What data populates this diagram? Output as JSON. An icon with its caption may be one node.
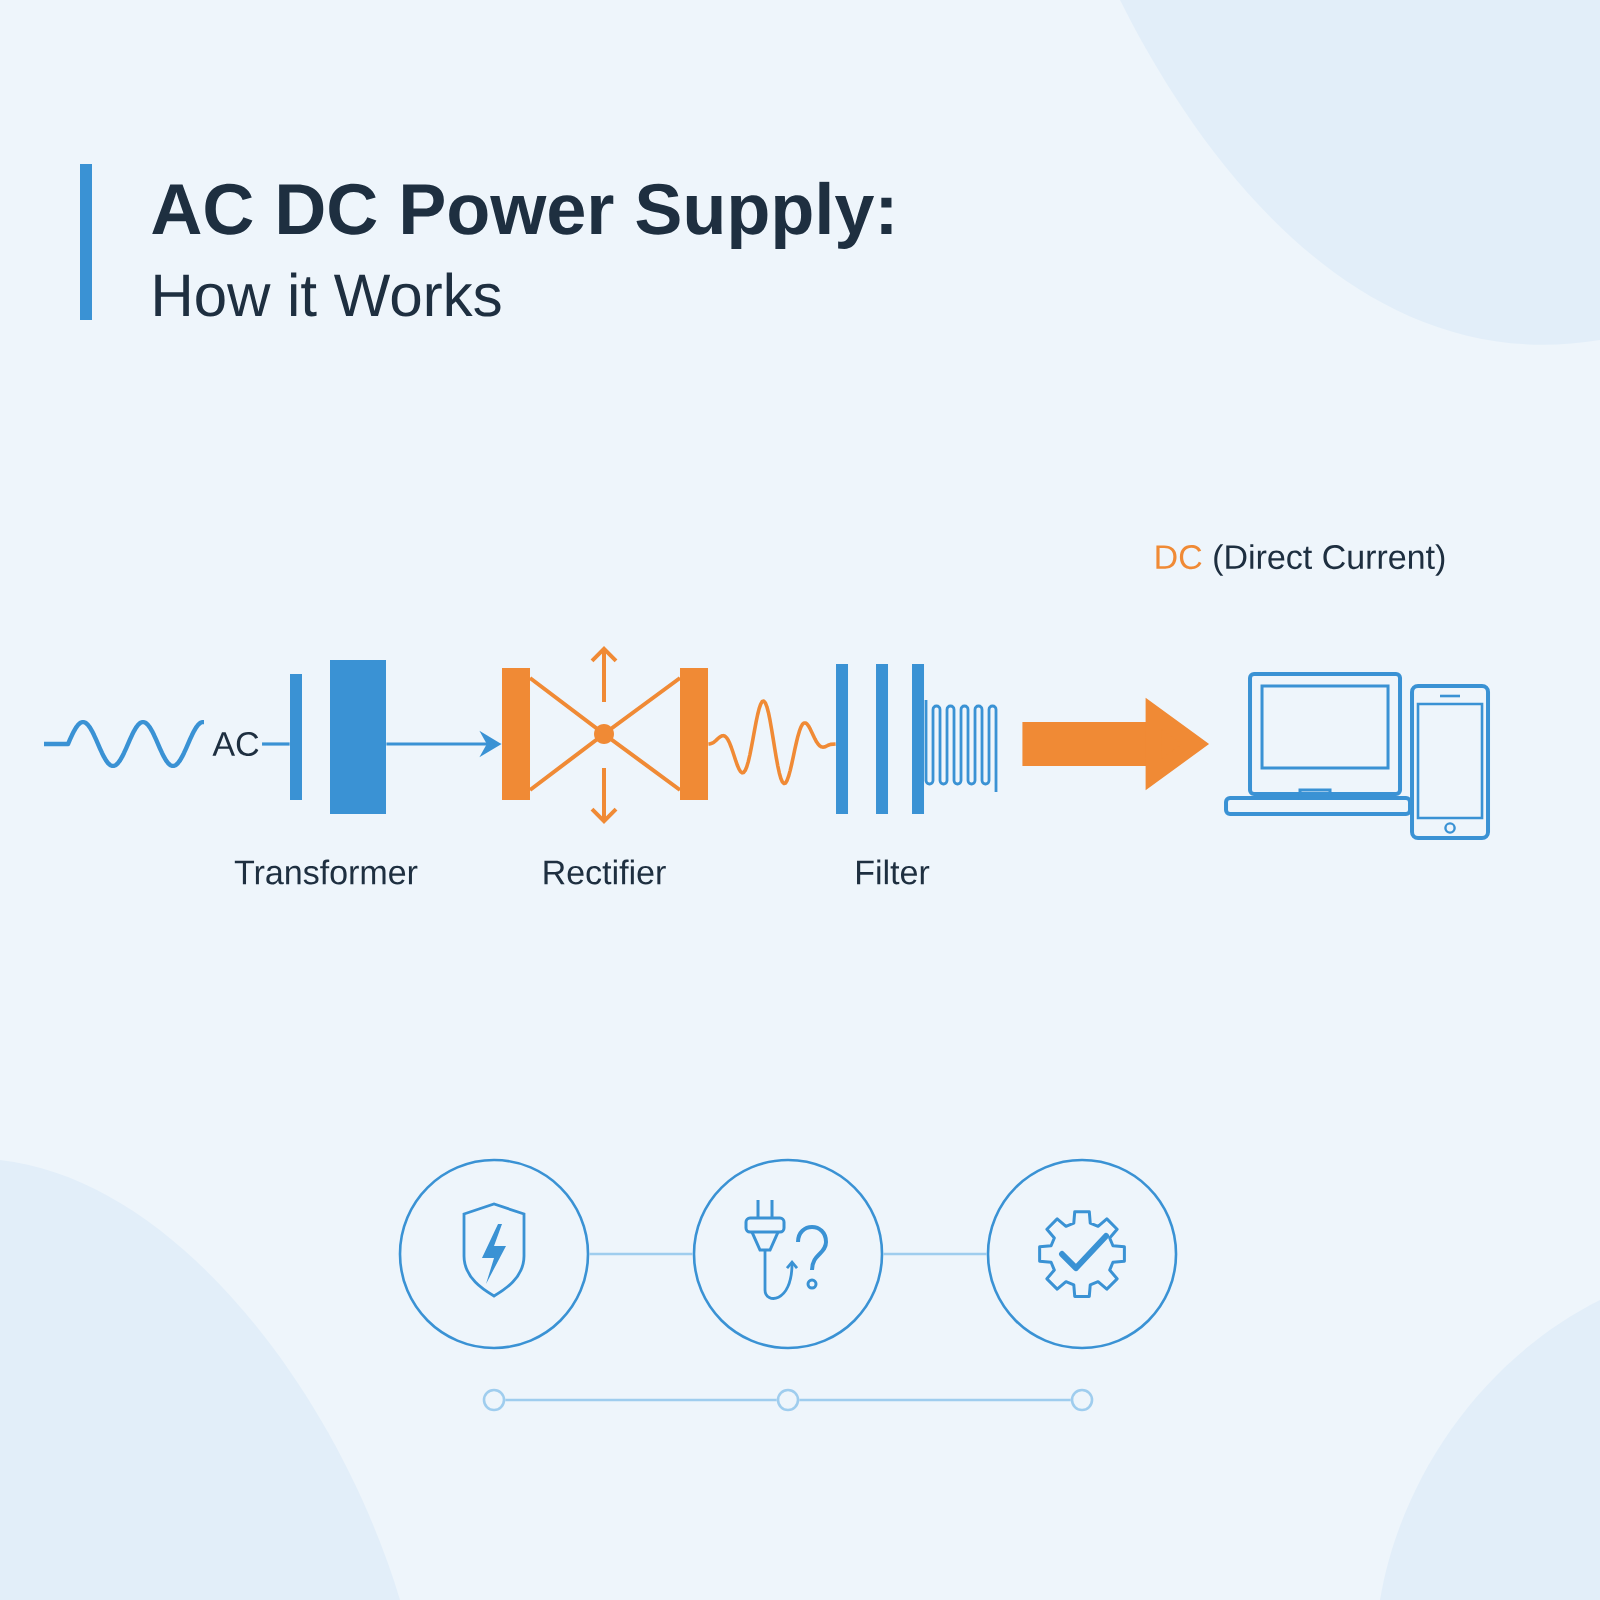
{
  "diagram": {
    "title": "AC DC Power Supply:",
    "nodes": [
      {
        "text": [
          "AC"
        ]
      },
      {
        "text": [
          "Transformer"
        ]
      },
      {
        "text": [
          "Rectifier"
        ]
      },
      {
        "text": [
          "Filter"
        ]
      },
      {
        "text": [
          "DC",
          "(Direct Current)"
        ]
      },
      {
        "text": [],
        "shape": "circle"
      },
      {
        "text": [],
        "shape": "circle"
      },
      {
        "text": [],
        "shape": "circle"
      },
      {
        "text": [],
        "shape": "circle"
      },
      {
        "text": [],
        "shape": "circle"
      },
      {
        "text": [],
        "shape": "circle"
      }
    ],
    "edges": [
      {
        "from": 0,
        "to": 1,
        "arrow": "none",
        "color": "#3a92d4"
      },
      {
        "from": 1,
        "to": 2,
        "arrow": "to",
        "color": "#3a92d4"
      },
      {
        "from": 2,
        "to": 3,
        "arrow": "none",
        "color": "#f08a35"
      },
      {
        "from": 3,
        "to": 4,
        "arrow": "to",
        "style": "thick",
        "color": "#f08a35"
      },
      {
        "from": 5,
        "to": 6,
        "arrow": "none"
      },
      {
        "from": 6,
        "to": 7,
        "arrow": "none"
      },
      {
        "from": 8,
        "to": 9,
        "arrow": "none"
      },
      {
        "from": 9,
        "to": 10,
        "arrow": "none"
      }
    ],
    "labels": [
      "How it Works"
    ]
  }
}
